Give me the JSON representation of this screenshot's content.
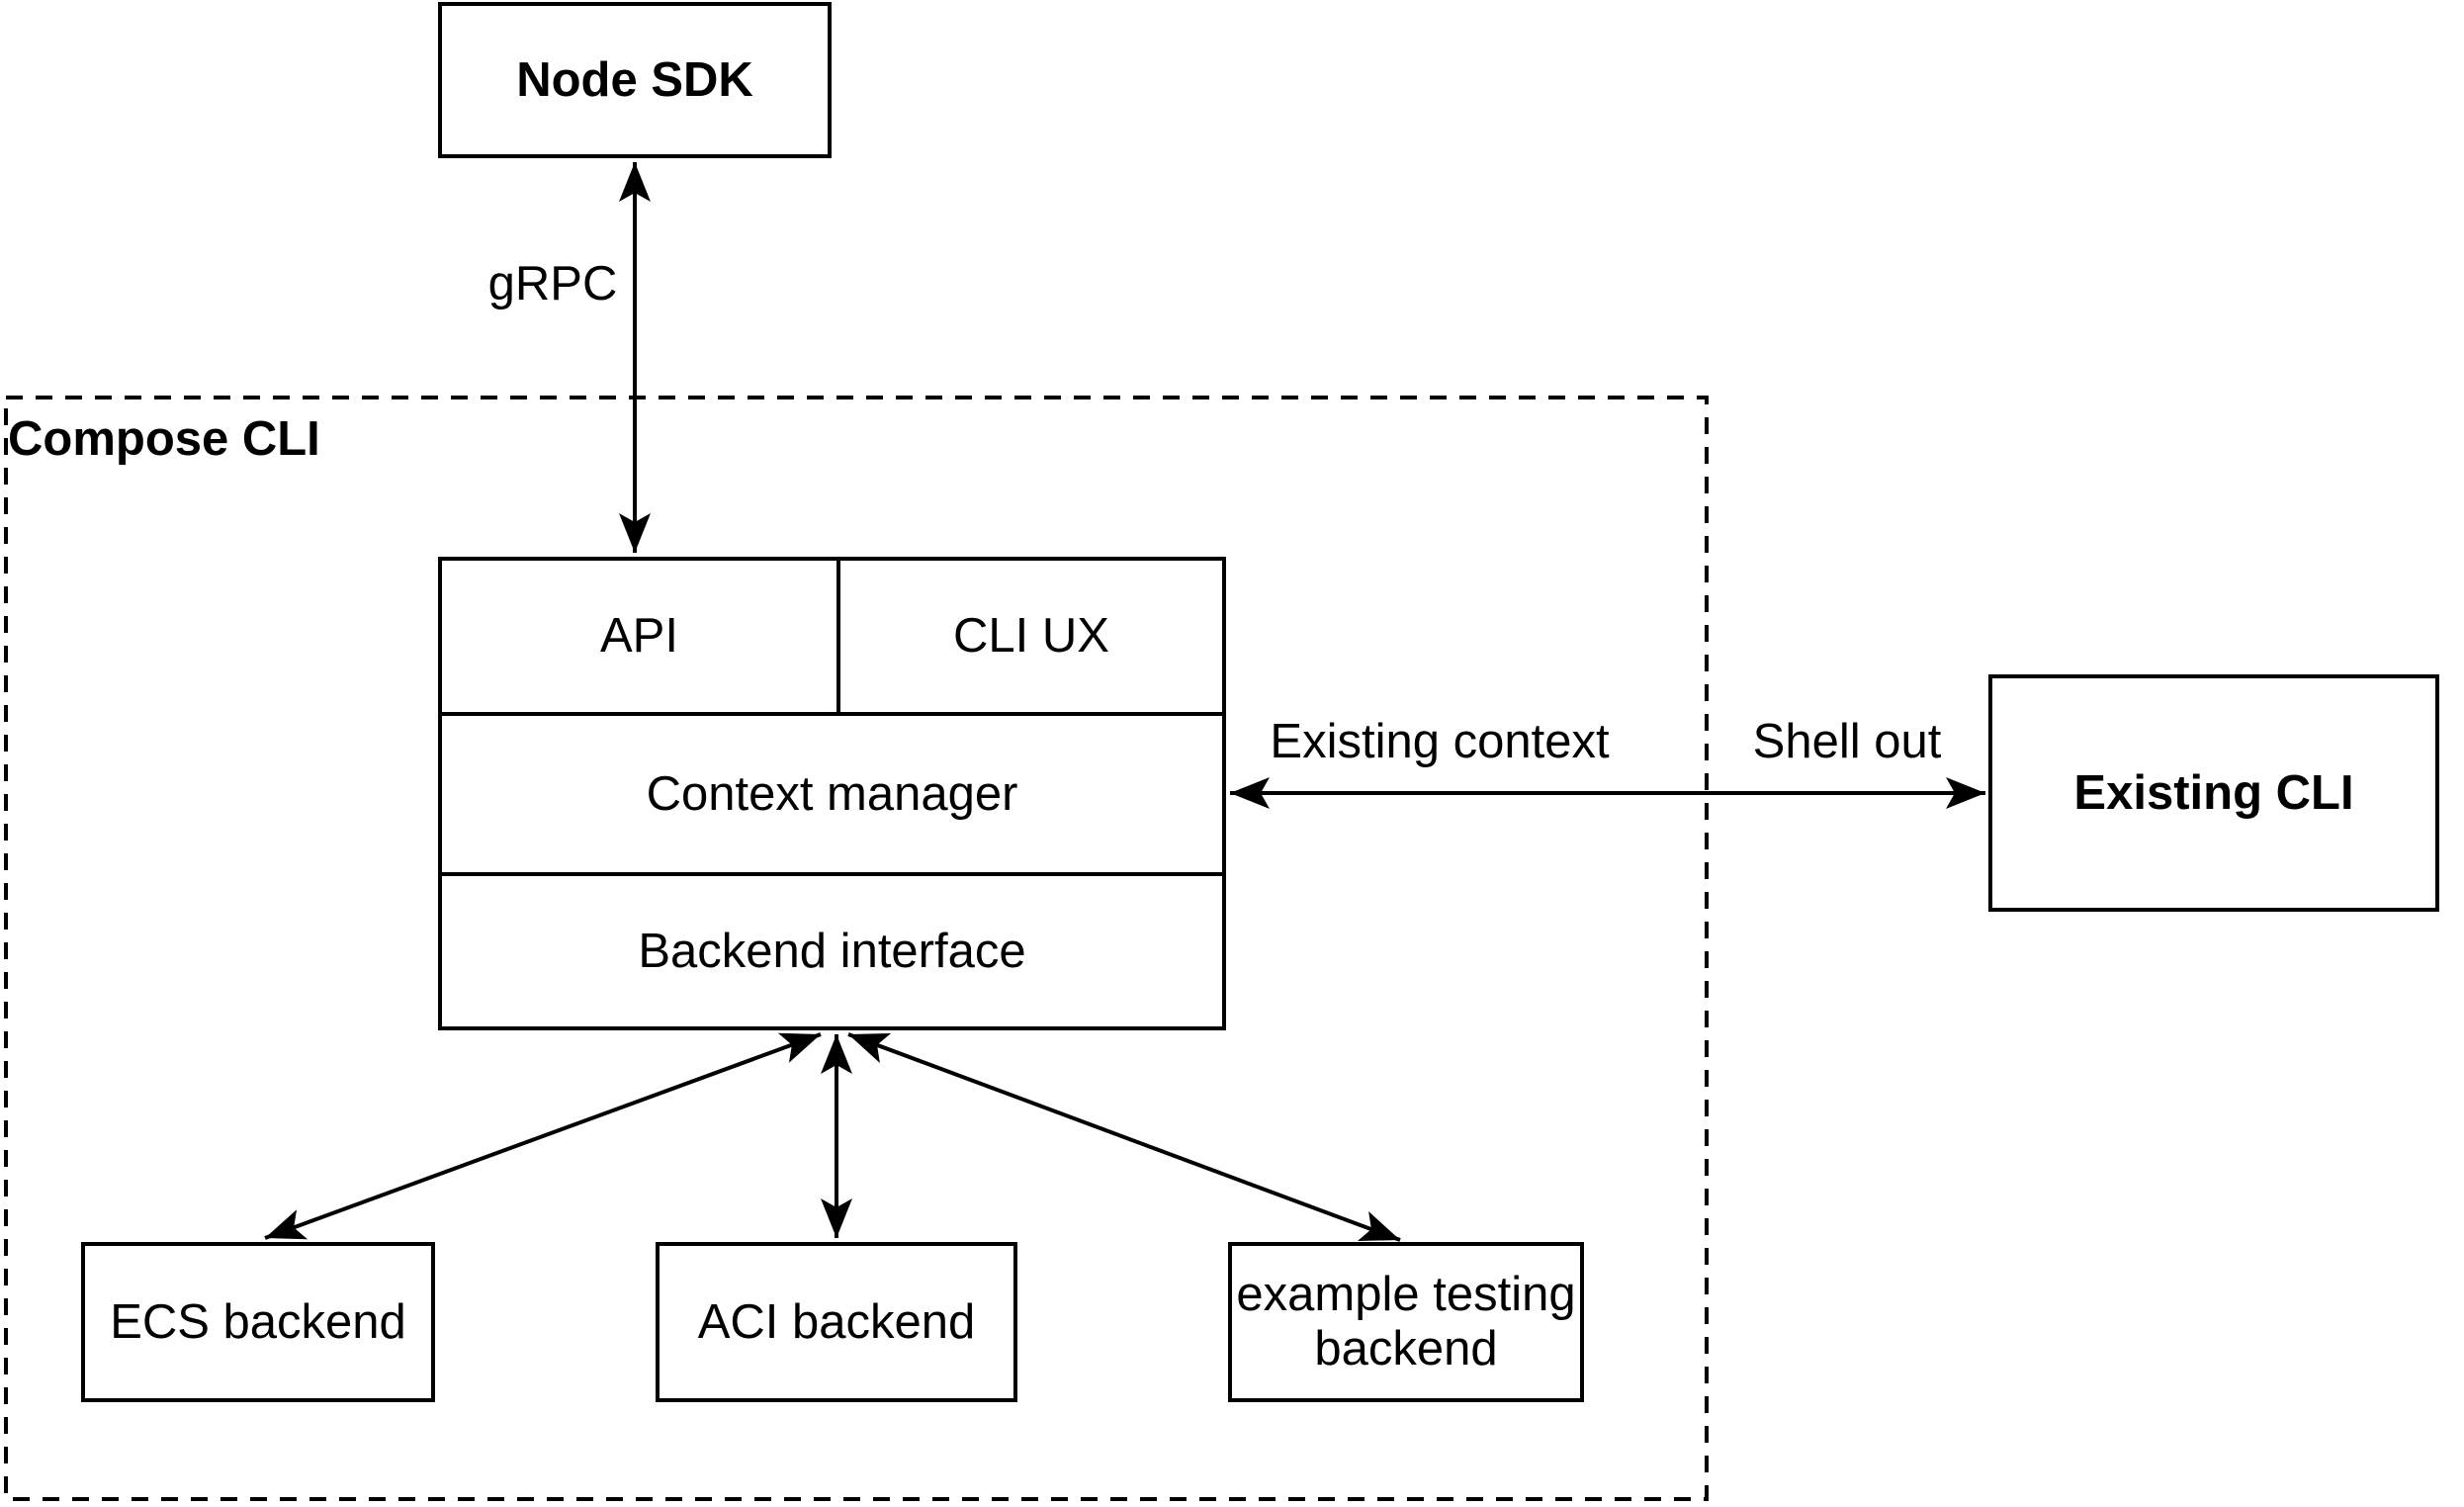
{
  "diagram": {
    "type": "architecture-diagram",
    "colors": {
      "stroke": "#000000",
      "fill": "#ffffff",
      "text": "#000000"
    },
    "nodes": {
      "node_sdk": {
        "label": "Node SDK"
      },
      "compose_cli_group": {
        "label": "Compose CLI"
      },
      "api": {
        "label": "API"
      },
      "cli_ux": {
        "label": "CLI UX"
      },
      "context_manager": {
        "label": "Context manager"
      },
      "backend_interface": {
        "label": "Backend interface"
      },
      "ecs_backend": {
        "label": "ECS backend"
      },
      "aci_backend": {
        "label": "ACI backend"
      },
      "example_testing_backend": {
        "label": "example testing backend"
      },
      "existing_cli": {
        "label": "Existing CLI"
      }
    },
    "edges": {
      "grpc": {
        "label": "gRPC",
        "from": "Node SDK",
        "to": "API",
        "direction": "bidirectional"
      },
      "existing_context": {
        "label": "Existing context",
        "from": "Context manager",
        "to": "Existing CLI",
        "direction": "bidirectional"
      },
      "shell_out": {
        "label": "Shell out",
        "from": "Context manager",
        "to": "Existing CLI",
        "direction": "bidirectional"
      },
      "to_ecs": {
        "from": "Backend interface",
        "to": "ECS backend",
        "direction": "bidirectional"
      },
      "to_aci": {
        "from": "Backend interface",
        "to": "ACI backend",
        "direction": "bidirectional"
      },
      "to_example": {
        "from": "Backend interface",
        "to": "example testing backend",
        "direction": "bidirectional"
      }
    }
  }
}
